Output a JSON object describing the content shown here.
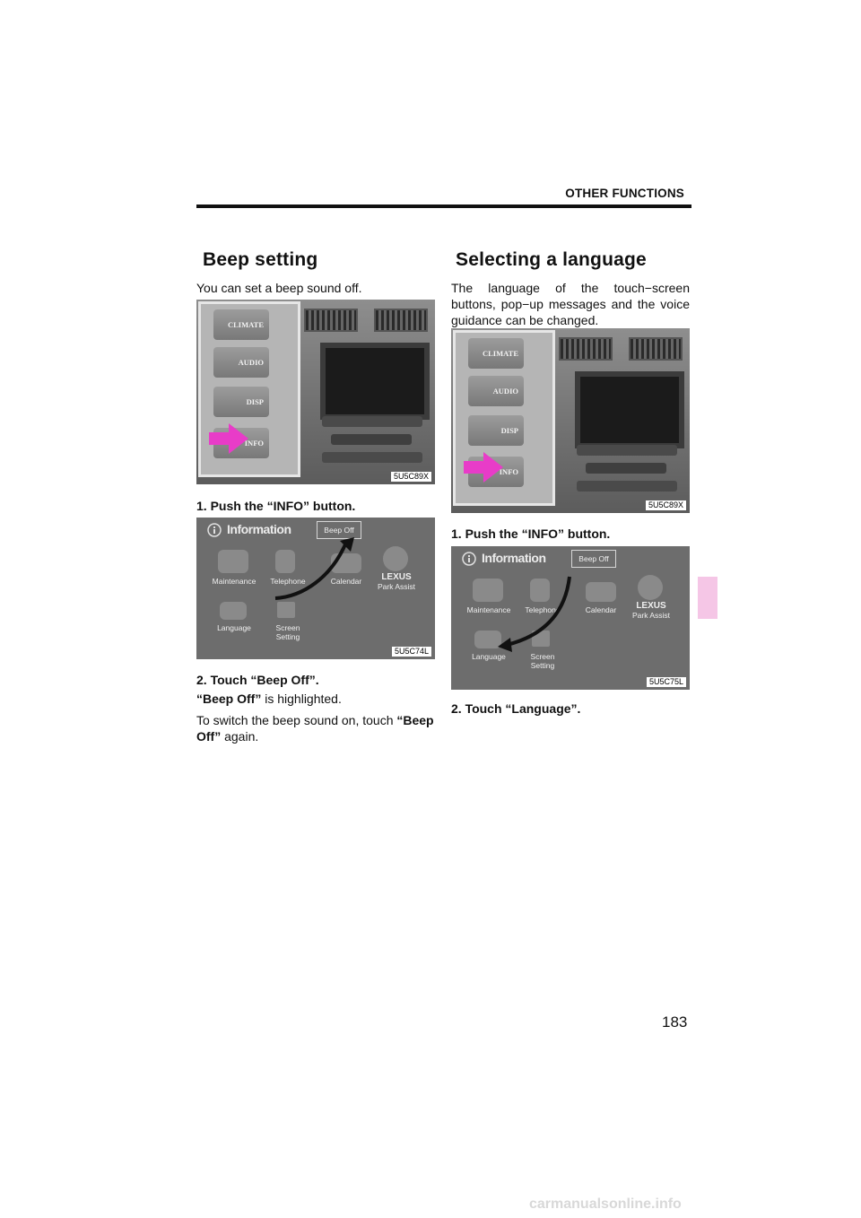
{
  "header": {
    "section_title": "OTHER FUNCTIONS"
  },
  "left": {
    "heading": "Beep setting",
    "intro": "You can set a beep sound off.",
    "figure1": {
      "code": "5U5C89X",
      "buttons": [
        "CLIMATE",
        "AUDIO",
        "DISP",
        "INFO"
      ]
    },
    "step1": "1.  Push the “INFO” button.",
    "figure2": {
      "code": "5U5C74L"
    },
    "step2": "2.  Touch “Beep Off”.",
    "result_bold": "“Beep Off”",
    "result_rest": " is highlighted.",
    "switch_pre": "To switch the beep sound on, touch ",
    "switch_bold": "“Beep Off”",
    "switch_post": " again."
  },
  "right": {
    "heading": "Selecting a language",
    "intro": "The language of the touch−screen buttons, pop−up messages and the voice guidance can be changed.",
    "figure1": {
      "code": "5U5C89X",
      "buttons": [
        "CLIMATE",
        "AUDIO",
        "DISP",
        "INFO"
      ]
    },
    "step1": "1.  Push the “INFO” button.",
    "figure2": {
      "code": "5U5C75L"
    },
    "step2": "2.  Touch “Language”."
  },
  "info_screen": {
    "title": "Information",
    "beep_off": "Beep Off",
    "maintenance": "Maintenance",
    "telephone": "Telephone",
    "calendar": "Calendar",
    "lexus": "LEXUS",
    "park_assist": "Park Assist",
    "language": "Language",
    "screen": "Screen",
    "setting": "Setting"
  },
  "page_number": "183",
  "watermark": "carmanualsonline.info",
  "colors": {
    "arrow": "#e83cc8",
    "tab": "#f5c6e6"
  }
}
